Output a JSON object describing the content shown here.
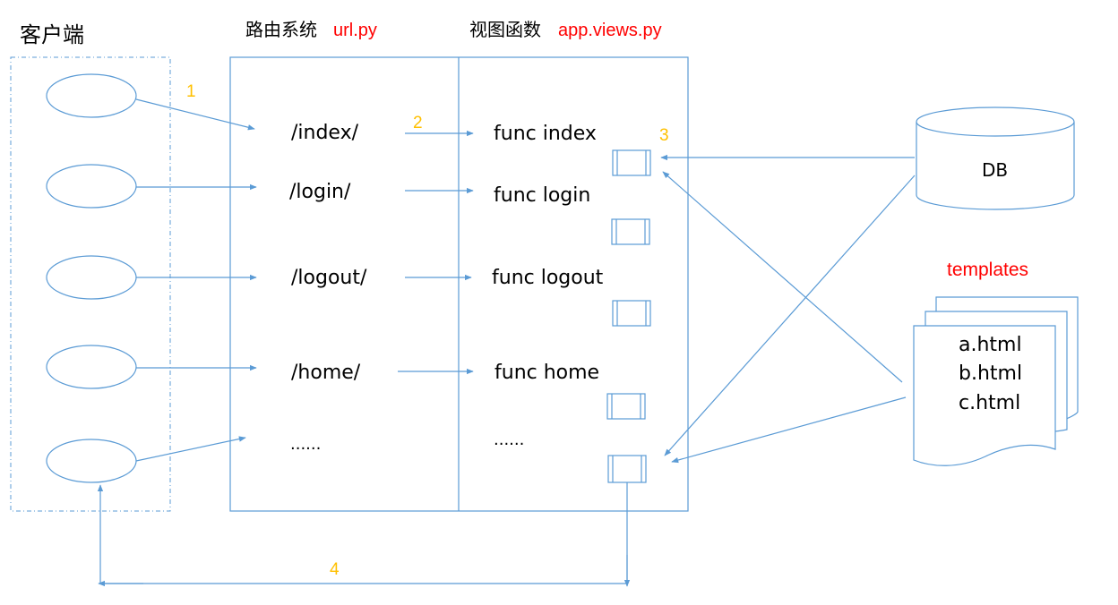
{
  "headers": {
    "client": "客户端",
    "routing": "路由系统",
    "routing_file": "url.py",
    "views": "视图函数",
    "views_file": "app.views.py"
  },
  "routes": [
    "/index/",
    "/login/",
    "/logout/",
    "/home/",
    "......"
  ],
  "functions": [
    "func index",
    "func login",
    "func logout",
    "func home",
    "......"
  ],
  "db_label": "DB",
  "templates": {
    "title": "templates",
    "files": [
      "a.html",
      "b.html",
      "c.html"
    ]
  },
  "step_numbers": [
    "1",
    "2",
    "3",
    "4"
  ],
  "colors": {
    "line": "#5b9bd5",
    "accent_text": "#ff0000",
    "step_number": "#ffc000"
  }
}
